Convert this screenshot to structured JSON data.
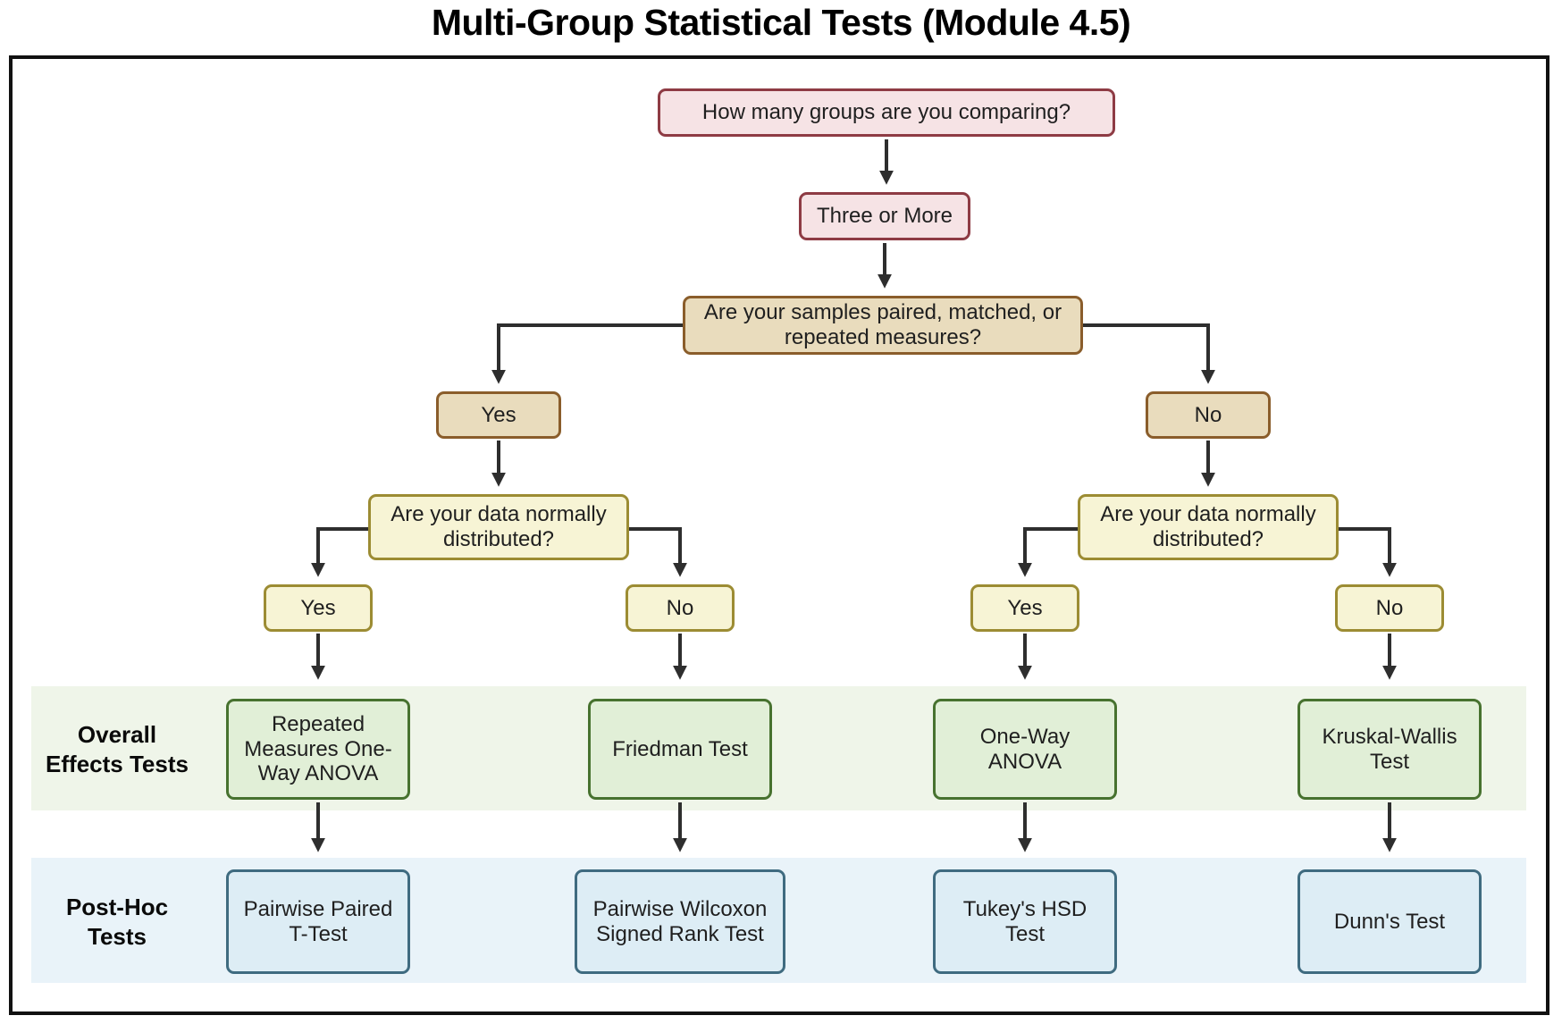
{
  "title": "Multi-Group Statistical Tests (Module 4.5)",
  "colors": {
    "pink_fill": "#f6e3e5",
    "pink_border": "#8e3b44",
    "tan_fill": "#e9dcbd",
    "tan_border": "#8a5d2b",
    "yellow_fill": "#f7f4d5",
    "yellow_border": "#9c8c33",
    "green_fill": "#e1efd7",
    "green_border": "#47722f",
    "blue_fill": "#ddedf5",
    "blue_border": "#3f6b80",
    "green_band": "#eff5e9",
    "blue_band": "#e9f3f9",
    "arrow": "#2e2e2e"
  },
  "nodes": {
    "q_groups": "How many groups are you comparing?",
    "three_or_more": "Three or More",
    "q_paired": "Are your samples paired, matched, or repeated measures?",
    "paired_yes": "Yes",
    "paired_no": "No",
    "q_normal": "Are your data normally distributed?",
    "normal_yes": "Yes",
    "normal_no": "No"
  },
  "rows": {
    "overall_label": "Overall Effects Tests",
    "posthoc_label": "Post-Hoc Tests",
    "overall_tests": [
      "Repeated Measures One-Way ANOVA",
      "Friedman Test",
      "One-Way ANOVA",
      "Kruskal-Wallis Test"
    ],
    "posthoc_tests": [
      "Pairwise Paired T-Test",
      "Pairwise Wilcoxon Signed Rank Test",
      "Tukey's HSD Test",
      "Dunn's Test"
    ]
  }
}
